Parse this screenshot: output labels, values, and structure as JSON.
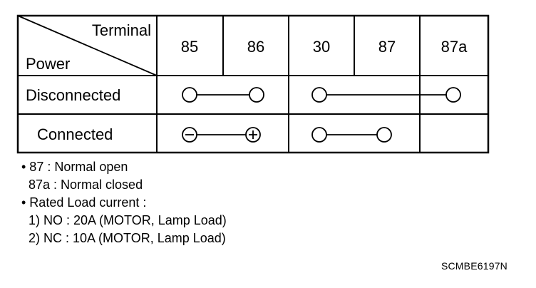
{
  "table": {
    "corner_top": "Terminal",
    "corner_bottom": "Power",
    "terminals": [
      "85",
      "86",
      "30",
      "87",
      "87a"
    ],
    "rows": [
      {
        "label": "Disconnected"
      },
      {
        "label": "Connected"
      }
    ],
    "symbols": {
      "minus": "−",
      "plus": "+"
    }
  },
  "notes": {
    "line1": "• 87 : Normal open",
    "line2": "  87a : Normal closed",
    "line3": "• Rated Load current :",
    "line4": "  1) NO : 20A (MOTOR, Lamp Load)",
    "line5": "  2) NC : 10A (MOTOR, Lamp Load)"
  },
  "figure_code": "SCMBE6197N"
}
